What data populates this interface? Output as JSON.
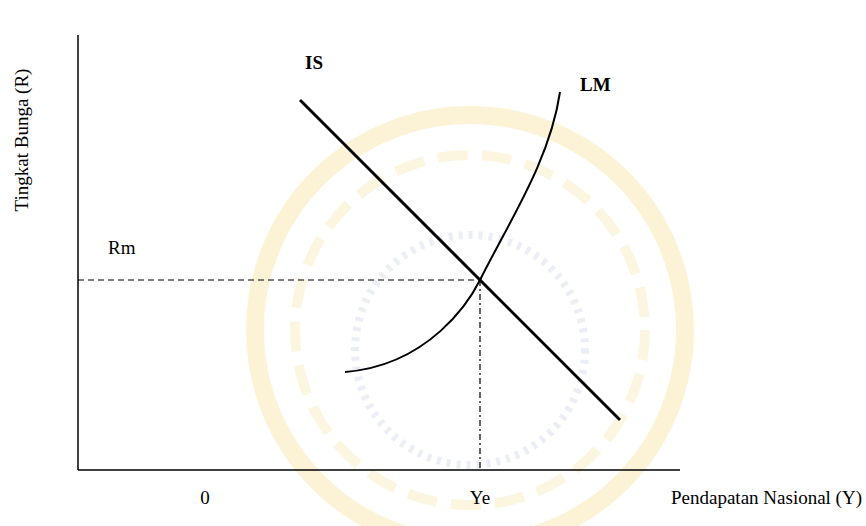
{
  "diagram": {
    "labels": [
      "Tingkat Bunga (R)",
      "IS",
      "LM",
      "Rm",
      "0",
      "Ye",
      "Pendapatan Nasional (Y)"
    ]
  }
}
